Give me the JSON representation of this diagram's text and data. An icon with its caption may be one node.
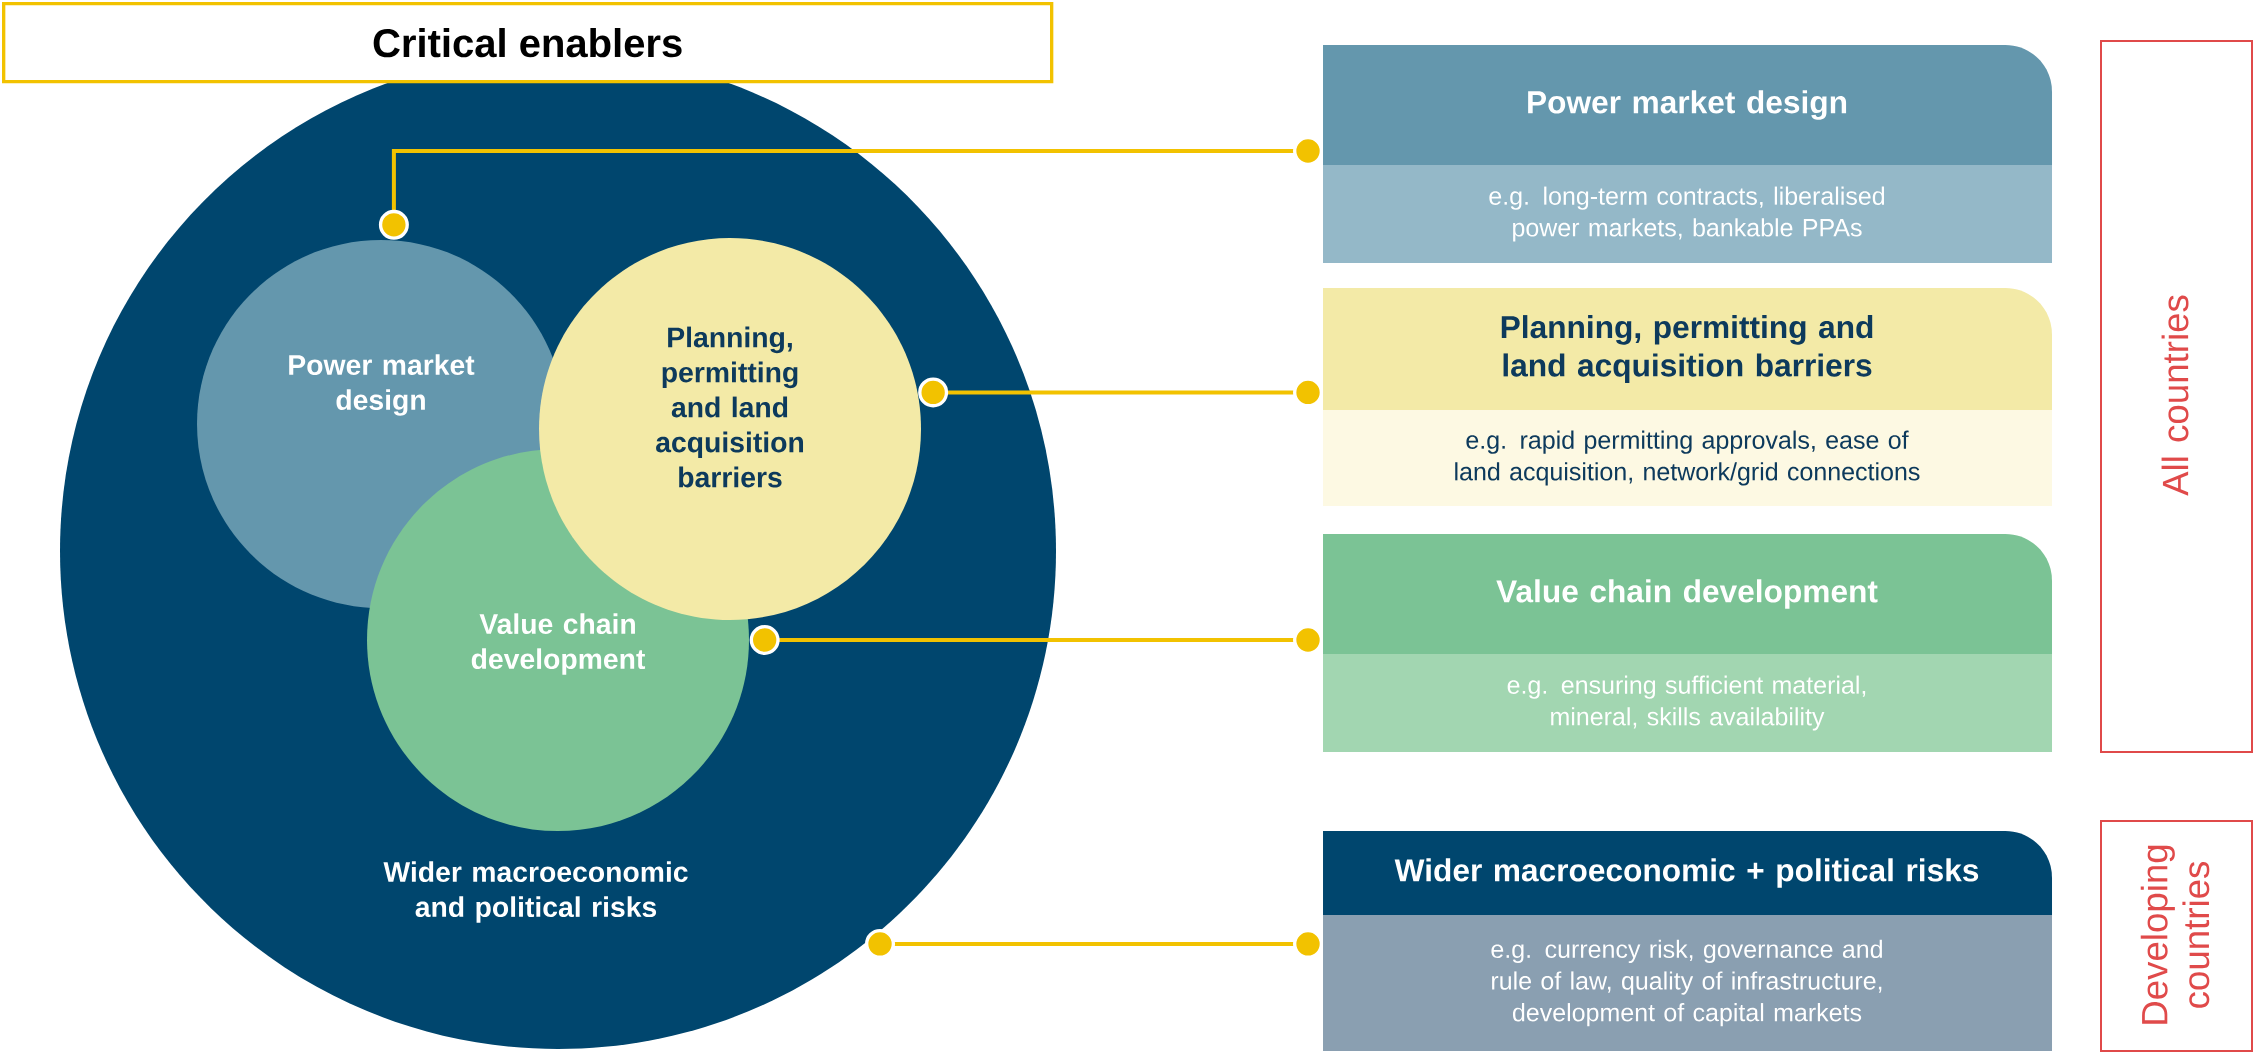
{
  "diagram": {
    "title": "Critical enablers",
    "nodes": [
      {
        "text": [
          "Wider macroeconomic and political risks"
        ]
      },
      {
        "text": [
          "Power market design"
        ],
        "in": 0
      },
      {
        "text": [
          "Planning, permitting and land acquisition barriers"
        ],
        "in": 0
      },
      {
        "text": [
          "Value chain development"
        ],
        "in": 0
      },
      {
        "text": [
          "Power market design",
          "e.g. long-term contracts, liberalised power markets, bankable PPAs"
        ]
      },
      {
        "text": [
          "Planning, permitting and land acquisition barriers",
          "e.g. rapid permitting approvals, ease of land acquisition, network/grid connections"
        ]
      },
      {
        "text": [
          "Value chain development",
          "e.g. ensuring sufficient material, mineral, skills availability"
        ]
      },
      {
        "text": [
          "Wider macroeconomic + political risks",
          "e.g. currency risk, governance and rule of law, quality of infrastructure, development of capital markets"
        ]
      },
      {
        "text": [
          "All countries"
        ]
      },
      {
        "text": [
          "Developing countries"
        ]
      }
    ],
    "edges": [
      {
        "from": 1,
        "to": 4,
        "arrow": "other"
      },
      {
        "from": 2,
        "to": 5,
        "arrow": "other"
      },
      {
        "from": 3,
        "to": 6,
        "arrow": "other"
      },
      {
        "from": 0,
        "to": 7,
        "arrow": "other"
      }
    ]
  }
}
